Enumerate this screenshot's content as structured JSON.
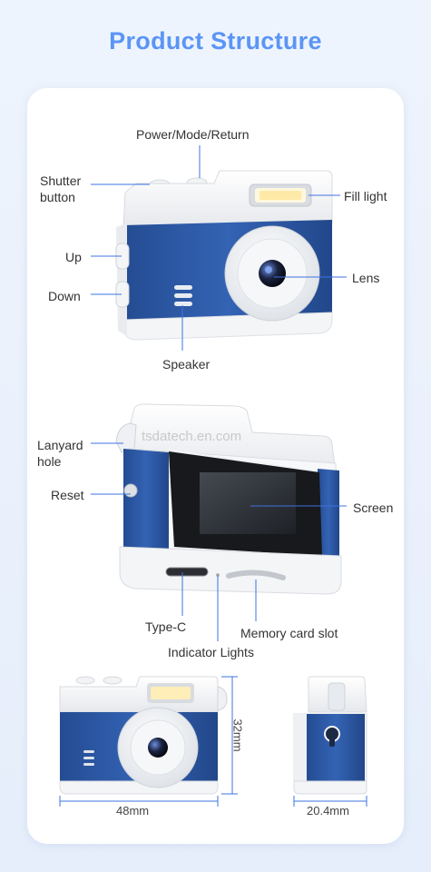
{
  "title": "Product Structure",
  "watermark": "tsdatech.en.com",
  "front_view": {
    "labels": {
      "power_mode_return": "Power/Mode/Return",
      "shutter_line1": "Shutter",
      "shutter_line2": "button",
      "fill_light": "Fill light",
      "up": "Up",
      "lens": "Lens",
      "down": "Down",
      "speaker": "Speaker"
    }
  },
  "back_view": {
    "labels": {
      "lanyard_line1": "Lanyard",
      "lanyard_line2": "hole",
      "reset": "Reset",
      "screen": "Screen",
      "type_c": "Type-C",
      "memory_card_slot": "Memory card slot",
      "indicator_lights": "Indicator Lights"
    }
  },
  "dimensions": {
    "width": "48mm",
    "height": "32mm",
    "depth": "20.4mm"
  },
  "colors": {
    "title": "#5b95f5",
    "body_blue": "#2f5aa6",
    "callout_line": "#3d73e0"
  }
}
